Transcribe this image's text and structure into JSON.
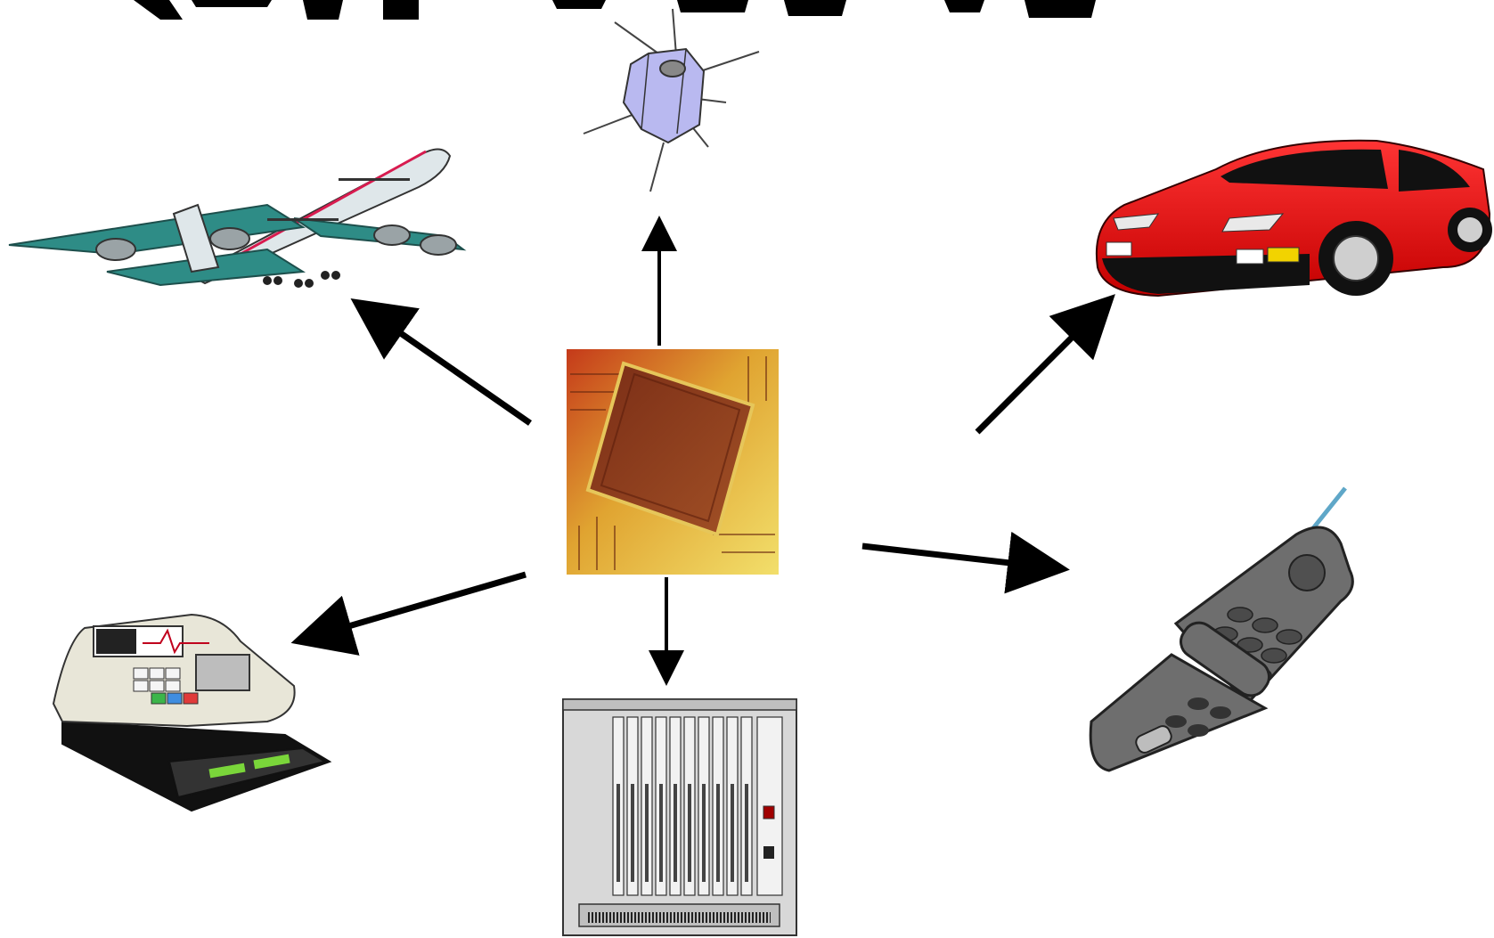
{
  "slide": {
    "background": "#ffffff",
    "title_visible_text": "",
    "note": ""
  },
  "center": {
    "icon": "microprocessor-chip-icon",
    "colors": {
      "board_dark": "#5a2a12",
      "board_red": "#b3261e",
      "board_yellow": "#e8c13a",
      "die": "#8a3d22"
    }
  },
  "devices": [
    {
      "name": "airplane",
      "icon": "airplane-icon",
      "arrow_to": "airplane-arrow"
    },
    {
      "name": "satellite",
      "icon": "satellite-icon",
      "arrow_to": "satellite-arrow"
    },
    {
      "name": "sports-car",
      "icon": "car-icon",
      "arrow_to": "car-arrow"
    },
    {
      "name": "mobile-phone",
      "icon": "mobile-phone-icon",
      "arrow_to": "phone-arrow"
    },
    {
      "name": "server-rack",
      "icon": "server-rack-icon",
      "arrow_to": "rack-arrow"
    },
    {
      "name": "cash-register",
      "icon": "cash-register-icon",
      "arrow_to": "register-arrow"
    }
  ],
  "colors": {
    "arrow": "#000000",
    "car_red": "#e00000",
    "plane_teal": "#2e8c86",
    "plane_body": "#dfe7ea",
    "satellite": "#b9b9f0",
    "rack": "#cfcfcf",
    "register": "#e8e6d8",
    "phone": "#6e6e6e"
  }
}
